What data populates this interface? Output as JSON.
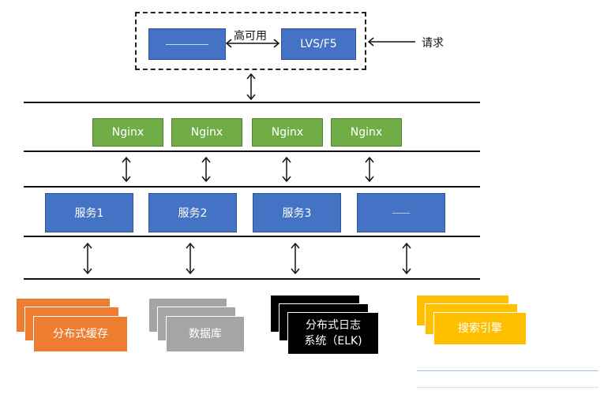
{
  "top": {
    "ha_label": "高可用",
    "lvs_label": "LVS/F5",
    "request_label": "请求"
  },
  "nginx": [
    "Nginx",
    "Nginx",
    "Nginx",
    "Nginx"
  ],
  "services": [
    "服务1",
    "服务2",
    "服务3"
  ],
  "storage": {
    "cache": "分布式缓存",
    "database": "数据库",
    "log_line1": "分布式日志",
    "log_line2": "系统（ELK)",
    "search": "搜索引擎"
  },
  "colors": {
    "blue": "#4472c4",
    "green": "#70ad47",
    "orange": "#ed7d31",
    "gray": "#a5a5a5",
    "black": "#000000",
    "yellow": "#ffc000"
  }
}
